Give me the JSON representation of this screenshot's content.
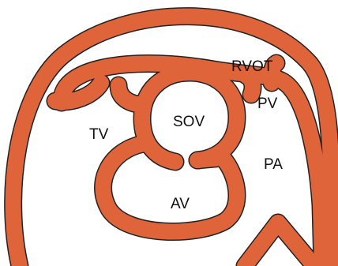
{
  "diagram": {
    "labels": {
      "rvot": "RVOT",
      "pv": "PV",
      "tv": "TV",
      "sov": "SOV",
      "pa": "PA",
      "av": "AV"
    },
    "colors": {
      "wall": "#E0643A",
      "outline": "#222222",
      "background": "#FFFFFF",
      "text": "#111111"
    }
  }
}
